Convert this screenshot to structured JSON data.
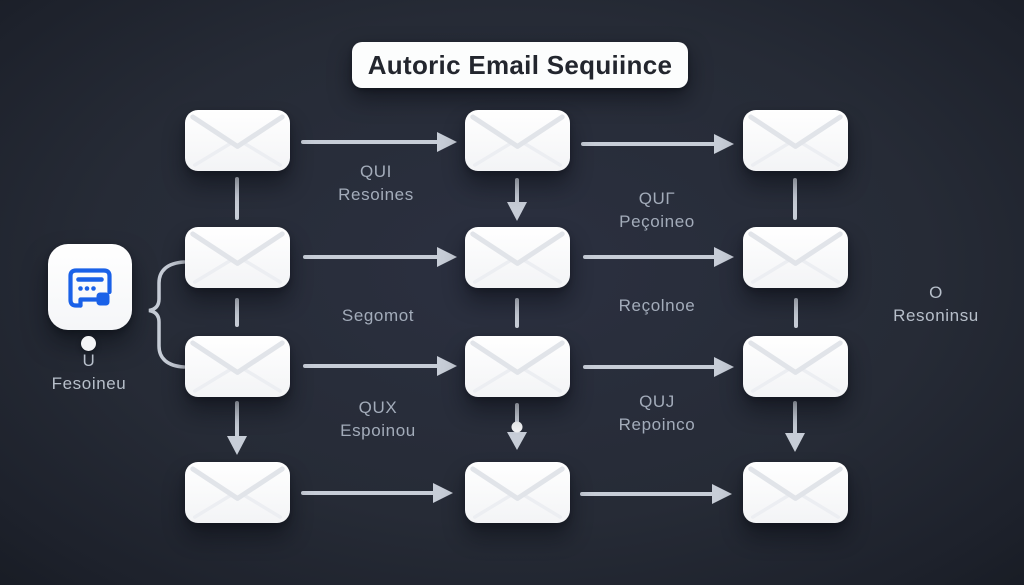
{
  "title": "Autoric Email Sequiince",
  "colors": {
    "background": "#262b36",
    "card": "#fbfcfd",
    "arrow": "#c7cdd7",
    "label_text": "#a3acba",
    "accent_blue": "#1a61e8",
    "title_text": "#23262e"
  },
  "source_node": {
    "icon": "browser-app-icon",
    "caption": {
      "line1": "U",
      "line2": "Fesoineu"
    }
  },
  "grid": {
    "rows": 4,
    "columns": 3,
    "node_icon": "envelope-icon",
    "node_count": 12
  },
  "edge_labels": {
    "r1_c1c2": {
      "line1": "QUI",
      "line2": "Resoines"
    },
    "r1_c2c3": {
      "line1": "QUГ",
      "line2": "Peçoineo"
    },
    "r2_c1c2": {
      "line1": "Segomot",
      "line2": ""
    },
    "r2_c2c3": {
      "line1": "Reçolnoe",
      "line2": ""
    },
    "r3_c1c2": {
      "line1": "QUX",
      "line2": "Espoinou"
    },
    "r3_c2c3": {
      "line1": "QUЈ",
      "line2": "Repoinco"
    }
  },
  "right_label": {
    "line1": "O",
    "line2": "Resoninsu"
  }
}
